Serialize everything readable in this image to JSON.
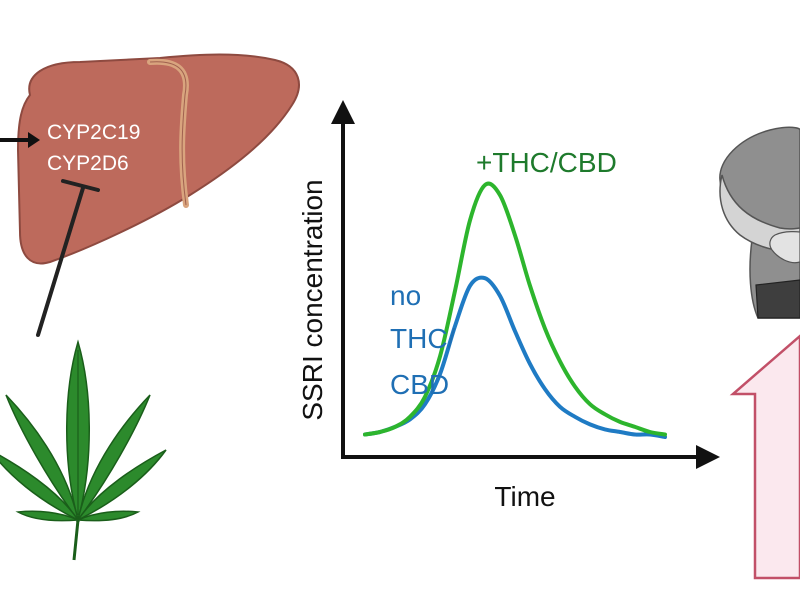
{
  "liver": {
    "enzymes": [
      "CYP2C19",
      "CYP2D6"
    ]
  },
  "chart_data": {
    "type": "line",
    "xlabel": "Time",
    "ylabel": "SSRI concentration",
    "x": [
      0,
      0.5,
      1.0,
      1.5,
      2.0,
      2.5,
      3.0,
      3.5,
      4.0,
      4.5,
      5.0,
      5.5,
      6.0,
      6.5,
      7.0,
      7.5,
      8.0,
      8.5,
      9.0,
      9.5,
      10.0
    ],
    "series": [
      {
        "name": "+THC/CBD",
        "color": "#2db52d",
        "values": [
          0.01,
          0.02,
          0.04,
          0.08,
          0.16,
          0.32,
          0.58,
          0.86,
          1.0,
          0.96,
          0.8,
          0.6,
          0.43,
          0.3,
          0.2,
          0.13,
          0.09,
          0.06,
          0.04,
          0.02,
          0.01
        ]
      },
      {
        "name": "no THC/CBD",
        "color": "#1f7bc4",
        "values": [
          0.01,
          0.02,
          0.04,
          0.07,
          0.13,
          0.25,
          0.44,
          0.6,
          0.63,
          0.56,
          0.42,
          0.29,
          0.19,
          0.12,
          0.08,
          0.05,
          0.03,
          0.02,
          0.01,
          0.01,
          0.0
        ]
      }
    ],
    "series_labels": {
      "plus": "+THC/CBD",
      "none_lines": [
        "no",
        "THC/",
        "CBD"
      ]
    },
    "grid": false,
    "legend": "none"
  },
  "colors": {
    "liver": "#bd6a5c",
    "liver_dark": "#8e4a40",
    "gallbladder": "#d9a47e",
    "leaf": "#2c8a2c",
    "leaf_dark": "#1a5e1a",
    "axis": "#111111",
    "arrow_fill": "#fbe8ee",
    "arrow_stroke": "#c25068",
    "person": "#8a8a8a"
  },
  "icons": {
    "liver": "liver-icon",
    "cannabis": "cannabis-leaf-icon",
    "person": "person-holding-abdomen-icon",
    "up_arrow": "up-arrow-icon"
  }
}
